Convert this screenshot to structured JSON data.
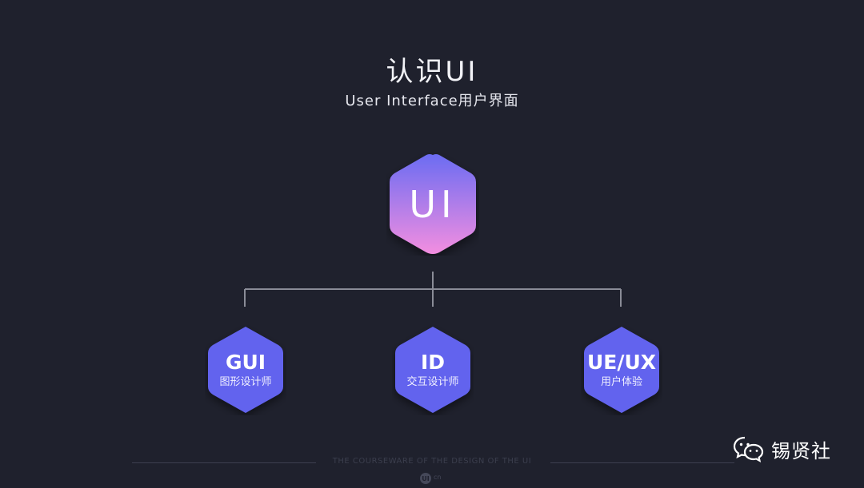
{
  "header": {
    "title": "认识UI",
    "subtitle": "User Interface用户界面"
  },
  "root_node": {
    "label": "UI"
  },
  "children": [
    {
      "title": "GUI",
      "subtitle": "图形设计师"
    },
    {
      "title": "ID",
      "subtitle": "交互设计师"
    },
    {
      "title": "UE/UX",
      "subtitle": "用户体验"
    }
  ],
  "footer": {
    "tagline": "THE COURSEWARE OF THE DESIGN OF THE UI",
    "logo_mark": "UI",
    "logo_suffix": "cn"
  },
  "watermark": {
    "name": "锡贤社",
    "icon": "wechat-icon"
  },
  "colors": {
    "background": "#1f212d",
    "root_gradient_top": "#6b6cf2",
    "root_gradient_bottom": "#f38ee0",
    "child_fill": "#6264ee",
    "connector": "#8a8c97"
  }
}
